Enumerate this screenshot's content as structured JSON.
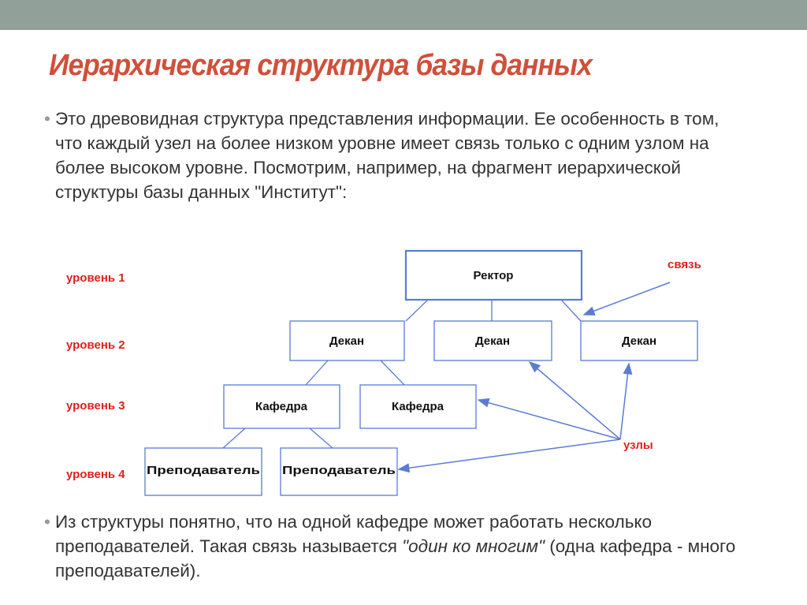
{
  "title": "Иерархическая структура базы данных",
  "paragraph1": "Это древовидная структура представления информации. Ее особенность в том, что каждый узел на более низком уровне имеет связь только с одним узлом на более высоком уровне. Посмотрим, например, на фрагмент иерархической структуры базы данных \"Институт\":",
  "paragraph2": {
    "text1": "Из структуры понятно, что на одной кафедре может работать несколько преподавателей. Такая связь называется ",
    "italic": "\"один ко многим\"",
    "text2": " (одна кафедра - много преподавателей)."
  },
  "bullet": "•",
  "diagram": {
    "levels": [
      "уровень 1",
      "уровень 2",
      "уровень 3",
      "уровень 4"
    ],
    "nodes": {
      "rector": "Ректор",
      "dean1": "Декан",
      "dean2": "Декан",
      "dean3": "Декан",
      "dept1": "Кафедра",
      "dept2": "Кафедра",
      "teacher1": "Преподаватель",
      "teacher2": "Преподаватель"
    },
    "link_label": "связь",
    "nodes_label": "узлы"
  },
  "colors": {
    "band": "#91a19a",
    "title": "#d0503a",
    "line": "#5b7bd5",
    "label": "#e0201c"
  }
}
